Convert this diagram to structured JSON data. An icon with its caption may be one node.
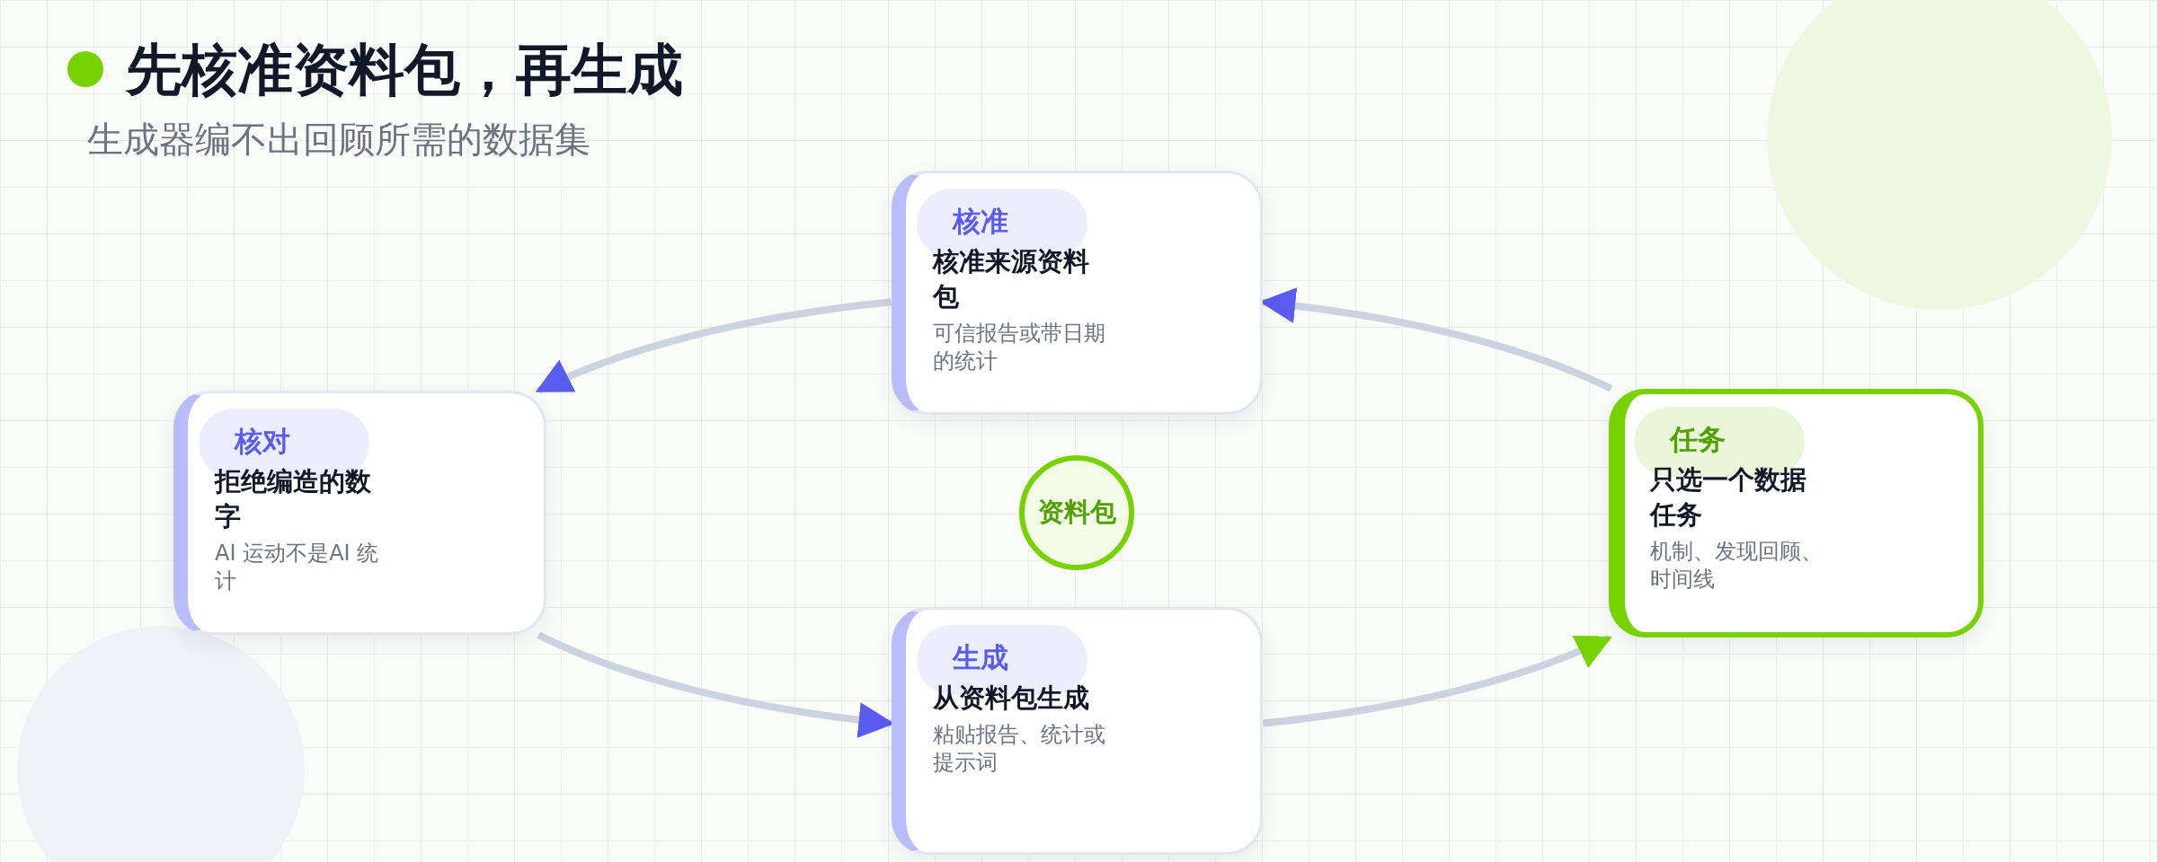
{
  "diagram": {
    "title": "先核准资料包，再生成",
    "nodes": [
      {
        "text": [
          "核准",
          "核准来源资料包",
          "可信报告或带日期的统计"
        ]
      },
      {
        "text": [
          "核对",
          "拒绝编造的数字",
          "AI 运动不是AI 统计"
        ]
      },
      {
        "text": [
          "资料包"
        ]
      },
      {
        "text": [
          "任务",
          "只选一个数据任务",
          "机制、发现回顾、时间线"
        ]
      },
      {
        "text": [
          "生成",
          "从资料包生成",
          "粘贴报告、统计或提示词"
        ]
      }
    ],
    "edges": [
      {
        "from": 3,
        "to": 0,
        "arrow": "to"
      },
      {
        "from": 0,
        "to": 1,
        "arrow": "to"
      },
      {
        "from": 1,
        "to": 4,
        "arrow": "to"
      },
      {
        "from": 4,
        "to": 3,
        "arrow": "to"
      }
    ],
    "labels": [
      "生成器编不出回顾所需的数据集"
    ]
  }
}
